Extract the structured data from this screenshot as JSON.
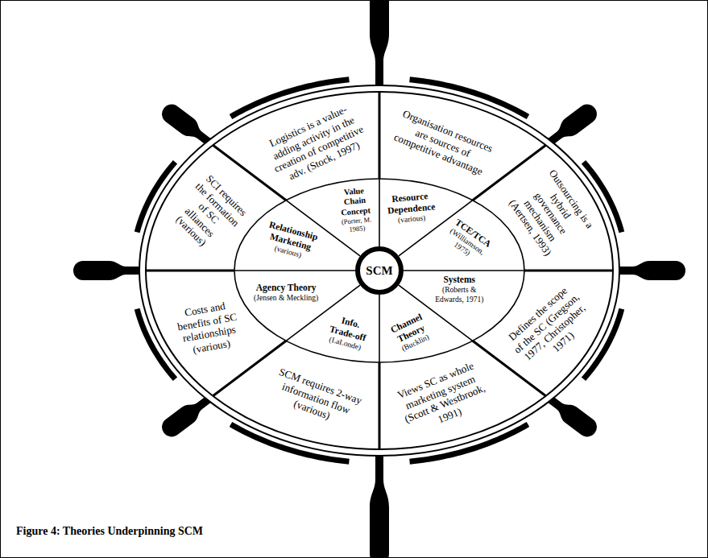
{
  "diagram": {
    "caption": "Figure 4: Theories Underpinning SCM",
    "nodes": [
      {
        "text": [
          "Logistics is a value-adding activity in the creation of competitive adv. (Stock, 1997)"
        ]
      },
      {
        "text": [
          "Organisation resources are sources of competitive advantage"
        ]
      },
      {
        "text": [
          "Outsourcing is a hybrid governance mechanism (Aertsen, 1993)"
        ]
      },
      {
        "text": [
          "Defines the scope of the SC (Gregson, 1977, Christopher, 1971)"
        ]
      },
      {
        "text": [
          "Views SC as whole marketing system (Scott & Westbrook, 1991)"
        ]
      },
      {
        "text": [
          "SCM requires 2-way information flow (various)"
        ]
      },
      {
        "text": [
          "Costs and benefits of SC relationships (various)"
        ]
      },
      {
        "text": [
          "SCI requires the formation of SC alliances (various)"
        ]
      },
      {
        "text": [
          "Value Chain Concept",
          "(Porter, M. 1985)"
        ]
      },
      {
        "text": [
          "Resource Dependence",
          "(various)"
        ]
      },
      {
        "text": [
          "TCE/TCA",
          "(Williamson, 1975)"
        ]
      },
      {
        "text": [
          "Systems",
          "(Roberts & Edwards, 1971)"
        ]
      },
      {
        "text": [
          "Channel Theory",
          "(Bucklin)"
        ]
      },
      {
        "text": [
          "Info. Trade-off",
          "(LaLonde)"
        ]
      },
      {
        "text": [
          "Agency Theory",
          "(Jensen & Meckling)"
        ]
      },
      {
        "text": [
          "Relationship Marketing",
          "(various)"
        ]
      },
      {
        "text": [
          "SCM"
        ]
      }
    ]
  }
}
